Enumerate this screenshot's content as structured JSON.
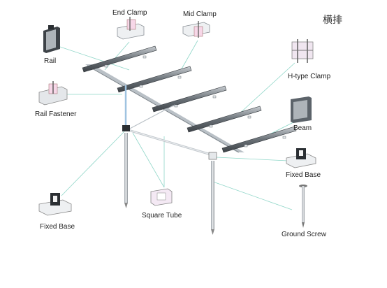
{
  "diagram": {
    "title": "横排",
    "components": {
      "rail": "Rail",
      "end_clamp": "End Clamp",
      "mid_clamp": "Mid Clamp",
      "h_clamp": "H-type Clamp",
      "rail_fastener": "Rail Fastener",
      "beam": "Beam",
      "fixed_base_right": "Fixed Base",
      "fixed_base_left": "Fixed Base",
      "square_tube": "Square Tube",
      "ground_screw": "Ground Screw"
    },
    "colors": {
      "callout_line": "#8fd6c8",
      "metal": "#5c636a",
      "metal_light": "#b9c0c6"
    }
  }
}
